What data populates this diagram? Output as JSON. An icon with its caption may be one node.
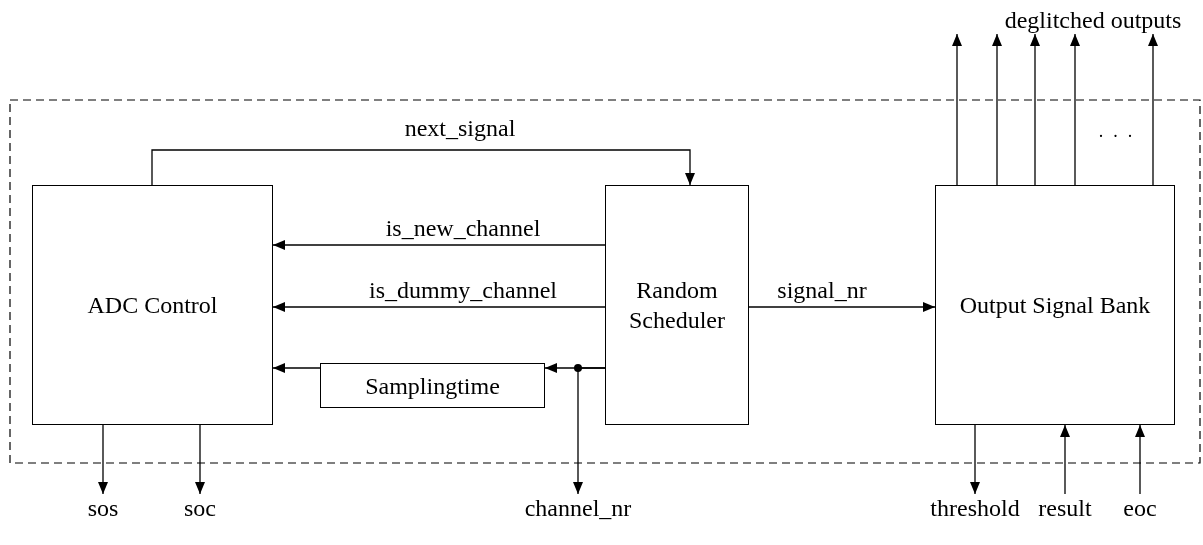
{
  "diagram": {
    "nodes": [
      {
        "text": [
          "ADC Control"
        ]
      },
      {
        "text": [
          "Random Scheduler"
        ]
      },
      {
        "text": [
          "Samplingtime"
        ]
      },
      {
        "text": [
          "Output Signal Bank"
        ]
      },
      {
        "text": [
          "deglitched outputs"
        ]
      },
      {
        "text": [
          "sos"
        ]
      },
      {
        "text": [
          "soc"
        ]
      },
      {
        "text": [
          "channel_nr"
        ]
      },
      {
        "text": [
          "threshold"
        ]
      },
      {
        "text": [
          "result"
        ]
      },
      {
        "text": [
          "eoc"
        ]
      }
    ],
    "edges": [
      {
        "from": 0,
        "to": 1,
        "arrow": "to",
        "label": "next_signal"
      },
      {
        "from": 1,
        "to": 0,
        "arrow": "to",
        "label": "is_new_channel"
      },
      {
        "from": 1,
        "to": 0,
        "arrow": "to",
        "label": "is_dummy_channel"
      },
      {
        "from": 1,
        "to": 2,
        "arrow": "to"
      },
      {
        "from": 2,
        "to": 0,
        "arrow": "to"
      },
      {
        "from": 1,
        "to": 7,
        "arrow": "to"
      },
      {
        "from": 1,
        "to": 3,
        "arrow": "to",
        "label": "signal_nr"
      },
      {
        "from": 3,
        "to": 4,
        "arrow": "to"
      },
      {
        "from": 3,
        "to": 4,
        "arrow": "to"
      },
      {
        "from": 3,
        "to": 4,
        "arrow": "to"
      },
      {
        "from": 3,
        "to": 4,
        "arrow": "to"
      },
      {
        "from": 3,
        "to": 4,
        "arrow": "to"
      },
      {
        "from": 0,
        "to": 5,
        "arrow": "to"
      },
      {
        "from": 0,
        "to": 6,
        "arrow": "to"
      },
      {
        "from": 3,
        "to": 8,
        "arrow": "to"
      },
      {
        "from": 9,
        "to": 3,
        "arrow": "to"
      },
      {
        "from": 10,
        "to": 3,
        "arrow": "to"
      }
    ],
    "labels": [
      "· · ·"
    ]
  }
}
